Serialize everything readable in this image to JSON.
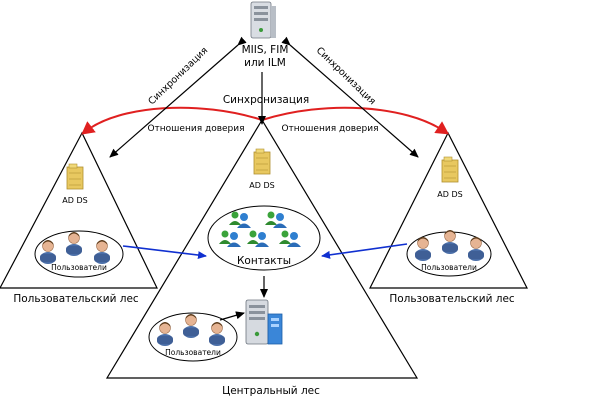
{
  "server": {
    "label_line1": "MIIS, FIM",
    "label_line2": "или ILM"
  },
  "labels": {
    "sync_center": "Синхронизация",
    "sync_left": "Синхронизация",
    "sync_right": "Синхронизация",
    "trust_left": "Отношения доверия",
    "trust_right": "Отношения доверия",
    "adds_left": "AD DS",
    "adds_center": "AD DS",
    "adds_right": "AD DS",
    "users_left": "Пользователи",
    "users_right": "Пользователи",
    "users_center": "Пользователи",
    "contacts": "Контакты",
    "forest_left": "Пользовательский лес",
    "forest_right": "Пользовательский лес",
    "forest_center": "Центральный лес"
  },
  "colors": {
    "trust_arrow": "#e02020",
    "contact_arrow": "#1030d0",
    "line": "#000000"
  }
}
